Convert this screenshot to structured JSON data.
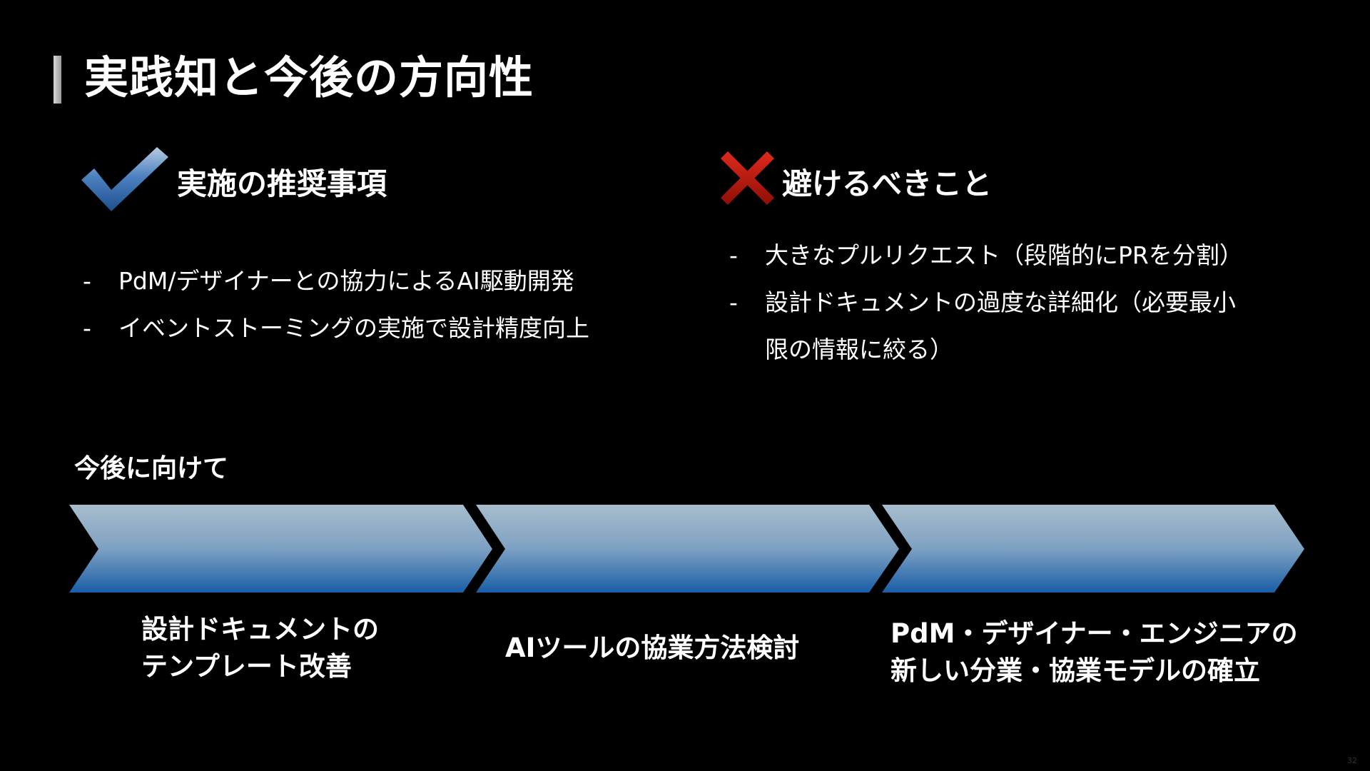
{
  "title": "実践知と今後の方向性",
  "recommended": {
    "heading": "実施の推奨事項",
    "icon": "check-icon",
    "items": [
      "PdM/デザイナーとの協力によるAI駆動開発",
      "イベントストーミングの実施で設計精度向上"
    ]
  },
  "avoid": {
    "heading": "避けるべきこと",
    "icon": "cross-icon",
    "items": [
      "大きなプルリクエスト（段階的にPRを分割）",
      "設計ドキュメントの過度な詳細化（必要最小\n限の情報に絞る）"
    ]
  },
  "future": {
    "heading": "今後に向けて",
    "steps": [
      "設計ドキュメントの\nテンプレート改善",
      "AIツールの協業方法検討",
      "PdM・デザイナー・エンジニアの\n新しい分業・協業モデルの確立"
    ]
  },
  "dash": "-",
  "page_number": "32",
  "colors": {
    "check": "#2f6fb4",
    "cross": "#c4180f",
    "arrow_top": "#a3bacb",
    "arrow_bottom": "#1a5fa6"
  }
}
